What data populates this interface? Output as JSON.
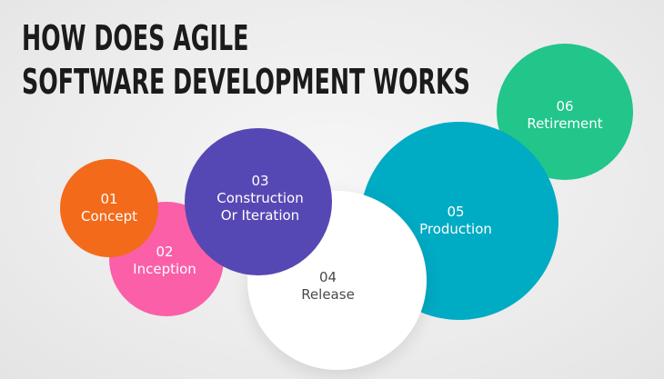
{
  "title": {
    "line1": "HOW DOES AGILE",
    "line2": "SOFTWARE DEVELOPMENT WORKS"
  },
  "stages": [
    {
      "num": "01",
      "label": "Concept",
      "color": "#f36a1b"
    },
    {
      "num": "02",
      "label": "Inception",
      "color": "#fb5fa8"
    },
    {
      "num": "03",
      "label": "Construction",
      "label2": "Or Iteration",
      "color": "#5648b4"
    },
    {
      "num": "04",
      "label": "Release",
      "color": "#ffffff"
    },
    {
      "num": "05",
      "label": "Production",
      "color": "#00abc4"
    },
    {
      "num": "06",
      "label": "Retirement",
      "color": "#22c58a"
    }
  ]
}
